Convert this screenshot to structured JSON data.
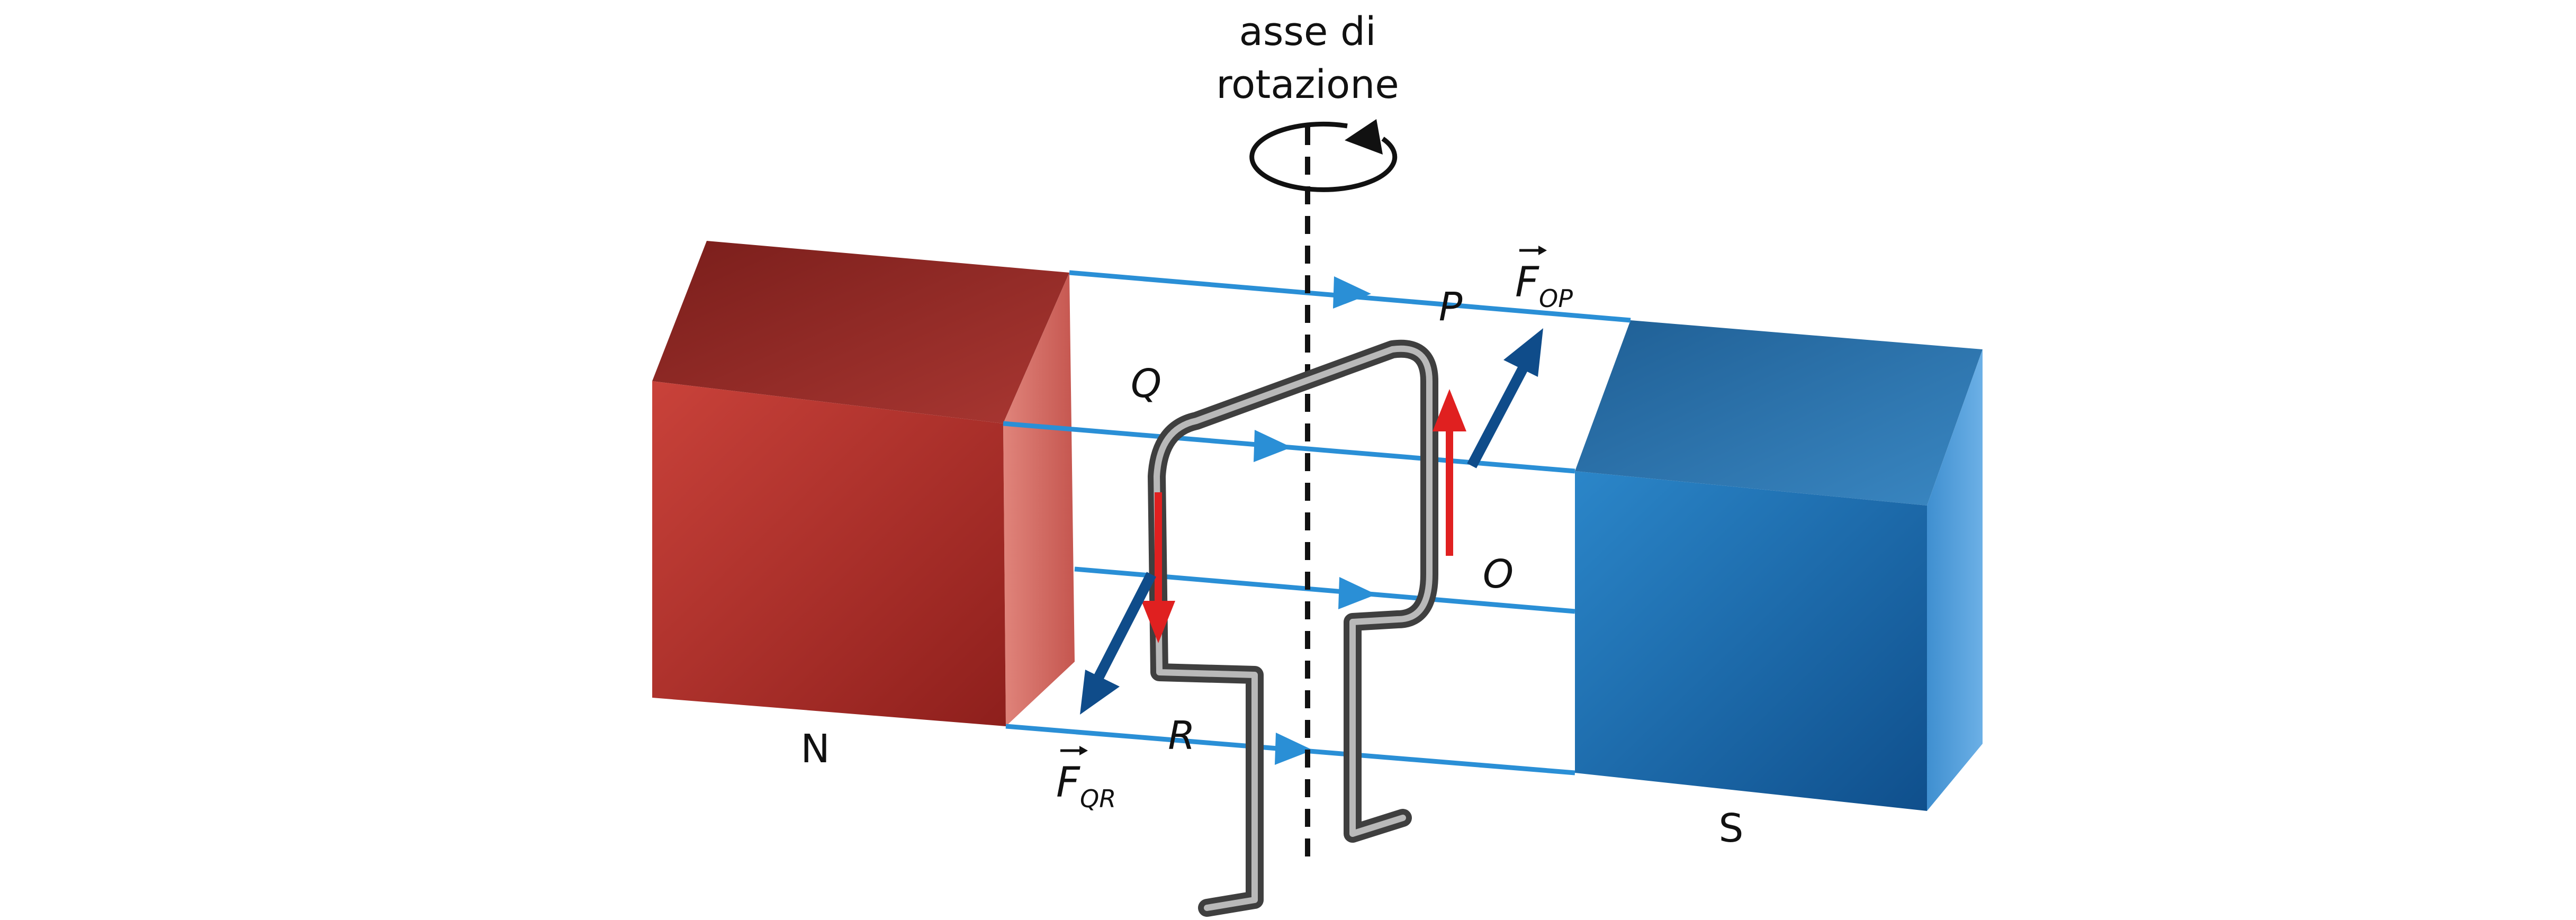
{
  "axis_label": {
    "line1": "asse di",
    "line2": "rotazione"
  },
  "magnets": {
    "north": "N",
    "south": "S"
  },
  "points": {
    "p": "P",
    "q": "Q",
    "r": "R",
    "o": "O"
  },
  "forces": {
    "op": {
      "symbol": "F",
      "subscript": "OP"
    },
    "qr": {
      "symbol": "F",
      "subscript": "QR"
    }
  },
  "colors": {
    "north_front": "#b8302c",
    "south_front": "#1c6fb3",
    "field_line": "#2a8fd6",
    "current_arrow": "#e02020",
    "force_arrow": "#0f4c8a",
    "wire": "#6c6c6c"
  }
}
